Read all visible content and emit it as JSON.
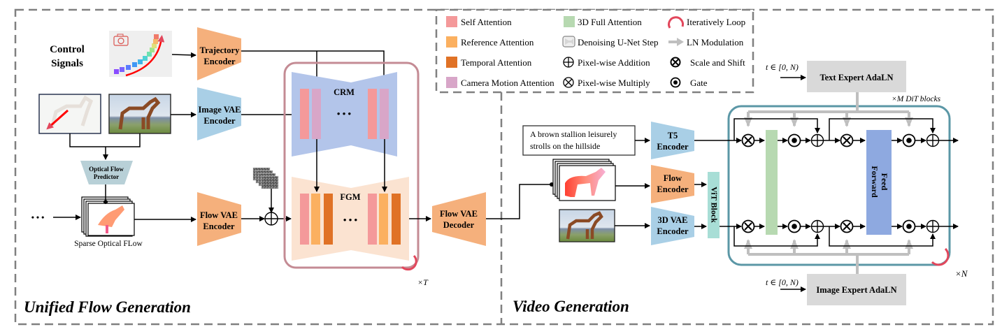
{
  "legend": {
    "items": [
      {
        "label": "Self Attention",
        "kind": "swatch",
        "color": "#f4999a"
      },
      {
        "label": "Reference Attention",
        "kind": "swatch",
        "color": "#fbb060"
      },
      {
        "label": "Temporal Attention",
        "kind": "swatch",
        "color": "#e07226"
      },
      {
        "label": "Camera Motion Attention",
        "kind": "swatch",
        "color": "#d8a6c8"
      },
      {
        "label": "3D Full Attention",
        "kind": "swatch",
        "color": "#b7d9b1"
      },
      {
        "label": "Denoising U-Net Step",
        "kind": "unet-icon"
      },
      {
        "label": "Pixel-wise Addition",
        "kind": "oplus-icon"
      },
      {
        "label": "Pixel-wise Multiply",
        "kind": "otimes-icon"
      },
      {
        "label": "Iteratively Loop",
        "kind": "loop-icon"
      },
      {
        "label": "LN Modulation",
        "kind": "gray-arrow-icon"
      },
      {
        "label": "Scale and Shift",
        "kind": "scale-shift-icon"
      },
      {
        "label": "Gate",
        "kind": "gate-icon"
      }
    ]
  },
  "flow_section": {
    "title": "Unified Flow Generation",
    "control_signals": [
      "Control",
      "Signals"
    ],
    "trajectory_encoder": [
      "Trajectory",
      "Encoder"
    ],
    "image_vae_encoder": [
      "Image VAE",
      "Encoder"
    ],
    "optical_flow_predictor": [
      "Optical Flow",
      "Predictor"
    ],
    "sparse_flow_caption": "Sparse Optical FLow",
    "ellipsis": "• • •",
    "flow_vae_encoder": [
      "Flow VAE",
      "Encoder"
    ],
    "crm_label": "CRM",
    "fgm_label": "FGM",
    "dots": "• • •",
    "loop_label": "×T",
    "flow_vae_decoder": [
      "Flow VAE",
      "Decoder"
    ]
  },
  "video_section": {
    "title": "Video Generation",
    "prompt_text": [
      "A brown stallion leisurely",
      "strolls on the hillside"
    ],
    "t5_encoder": [
      "T5",
      "Encoder"
    ],
    "flow_encoder": [
      "Flow",
      "Encoder"
    ],
    "vae3d_encoder": [
      "3D VAE",
      "Encoder"
    ],
    "vit_block": "ViT Block",
    "text_adaln": "Text Expert AdaLN",
    "image_adaln": "Image Expert AdaLN",
    "timestep_text": "t ∈ [0, N)",
    "timestep_image": "t ∈ [0, N)",
    "dit_blocks": "×M DiT blocks",
    "feed_forward": [
      "Feed",
      "Forward"
    ],
    "loop_label": "×N"
  },
  "colors": {
    "encoder_orange": "#f5b07c",
    "encoder_blue": "#a9cfe6",
    "crm_blue": "#b3c5ea",
    "fgm_peach": "#fbe3d1",
    "unet_frame": "#c48b94",
    "dit_frame": "#5b97a6",
    "vit_teal": "#a8ded6",
    "ff_blue": "#8ea9e0",
    "adaln_gray": "#d9d9d9",
    "loop_red": "#e2475c",
    "dash_gray": "#808080"
  }
}
